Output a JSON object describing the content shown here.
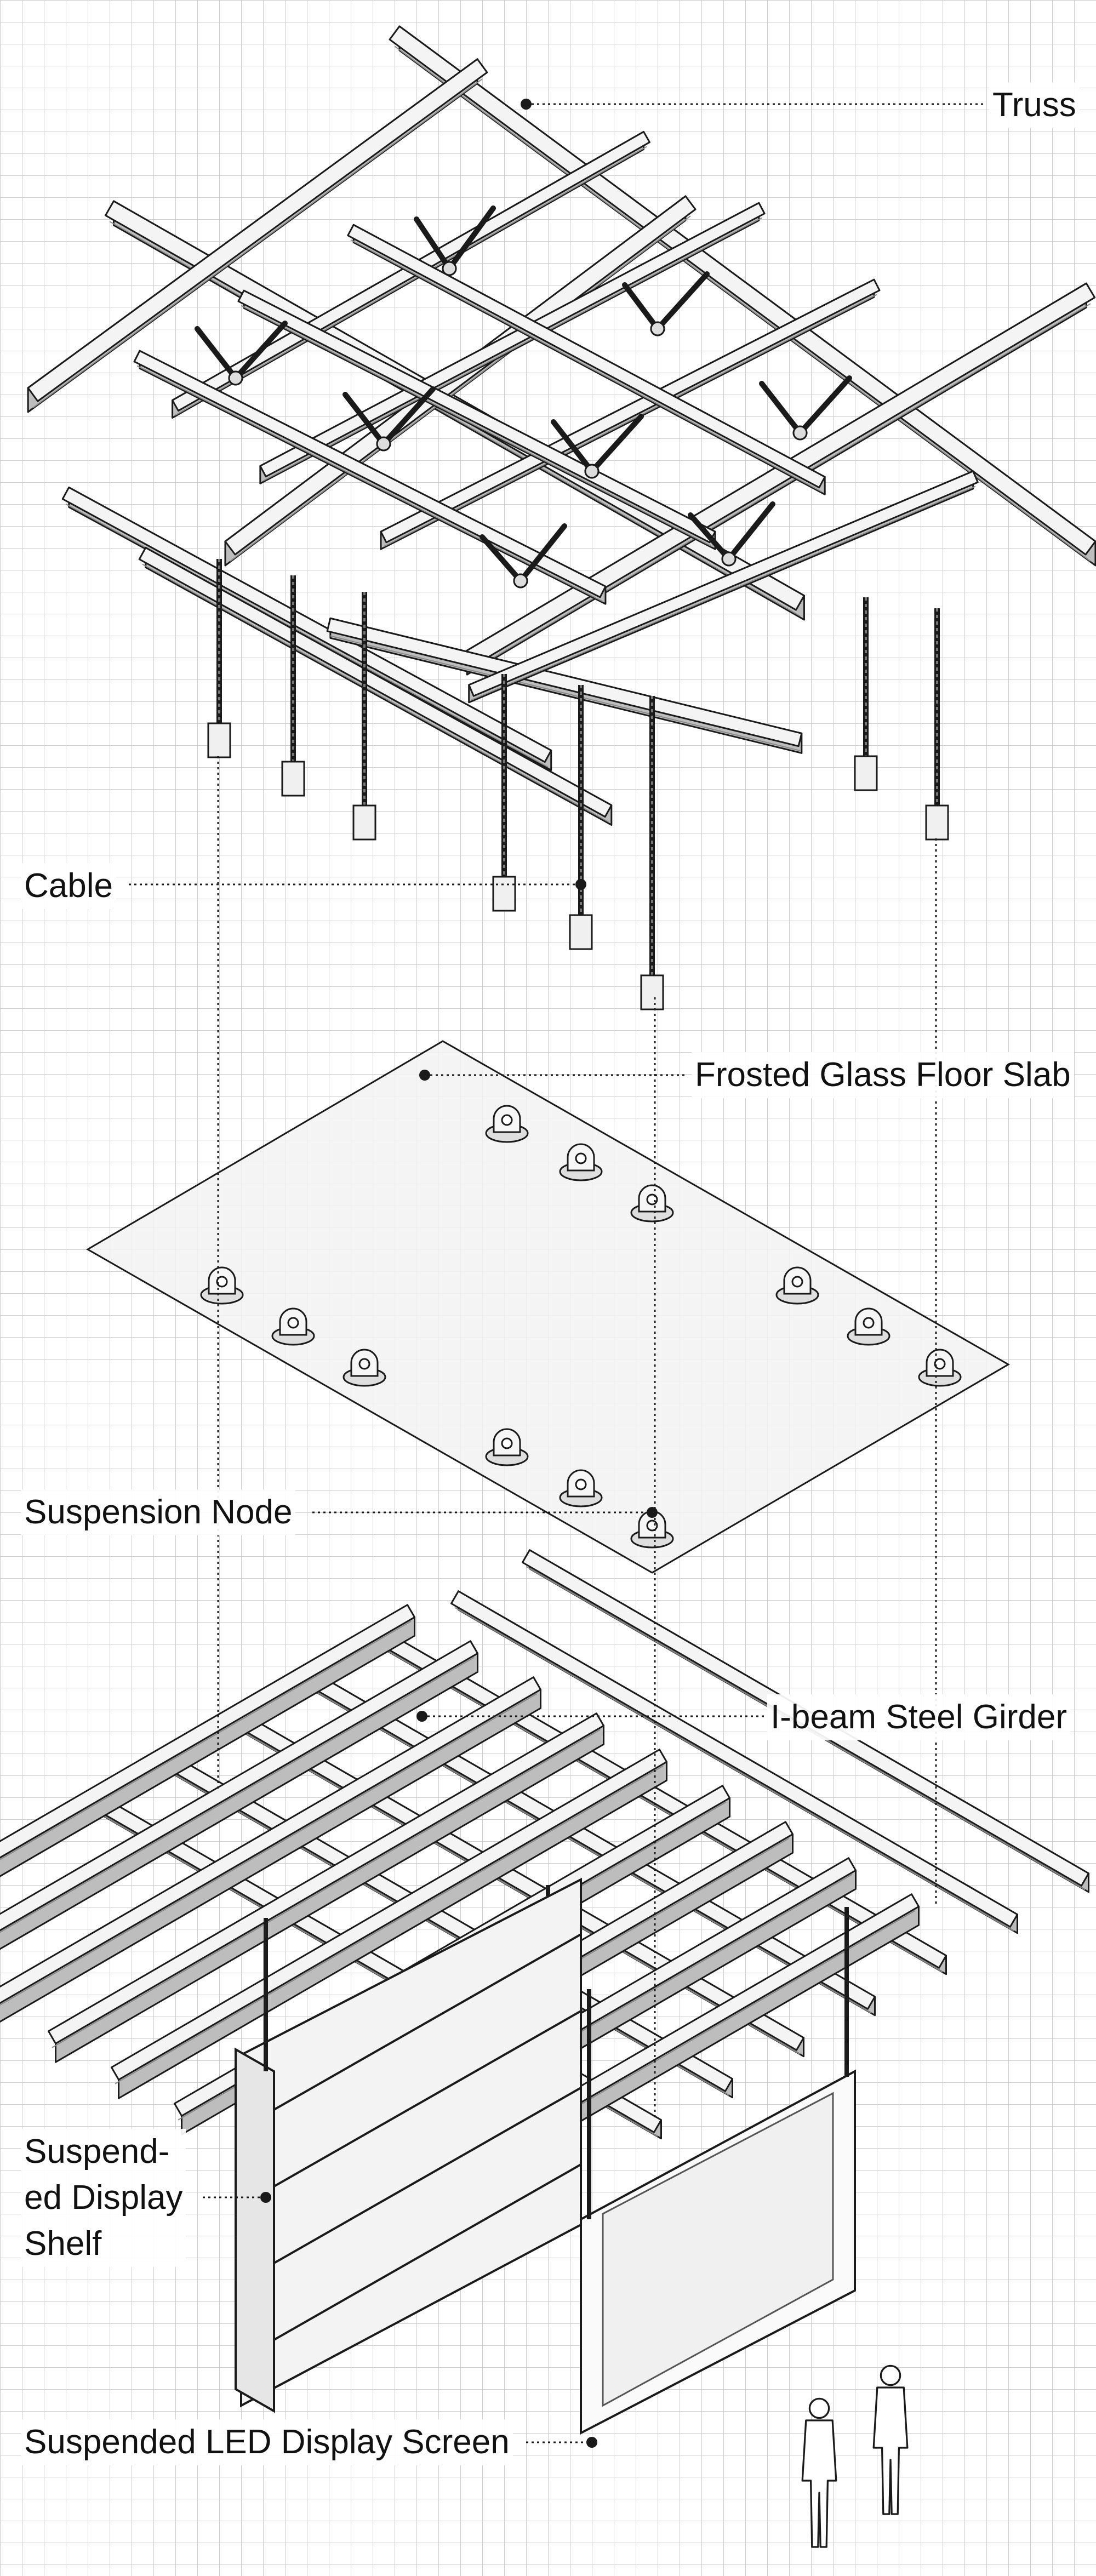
{
  "labels": {
    "truss": "Truss",
    "cable": "Cable",
    "glass_slab": "Frosted Glass Floor Slab",
    "suspension_node": "Suspension Node",
    "girder": "I-beam Steel Girder",
    "shelf_line1": "Suspend-",
    "shelf_line2": "ed Display",
    "shelf_line3": "Shelf",
    "led_screen": "Suspended LED Display Screen"
  },
  "colors": {
    "grid": "#c9c9c9",
    "line": "#1a1a1a",
    "beam_top": "#f4f4f4",
    "beam_side": "#bdbdbd",
    "glass": "#f2f2f2",
    "shelf": "#e6e6e6"
  },
  "icons": {
    "figures": "human-silhouette-icon"
  }
}
